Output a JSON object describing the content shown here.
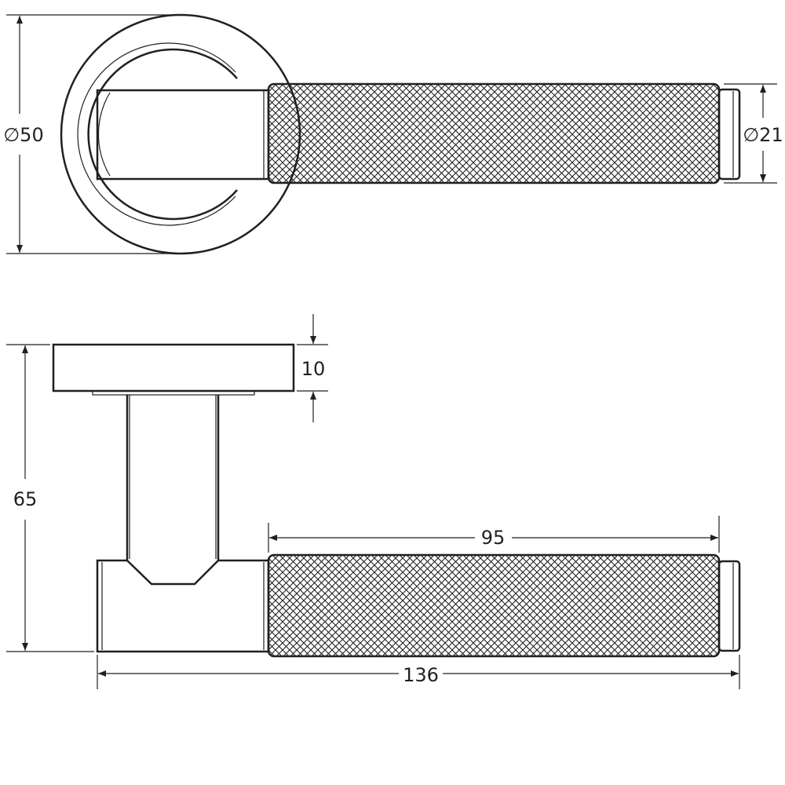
{
  "drawing": {
    "top_view": {
      "rose_diameter_label": "∅50",
      "grip_diameter_label": "∅21"
    },
    "side_view": {
      "rose_thickness_label": "10",
      "projection_label": "65",
      "grip_length_label": "95",
      "overall_length_label": "136"
    },
    "colors": {
      "line": "#231f20",
      "background": "#ffffff"
    }
  }
}
